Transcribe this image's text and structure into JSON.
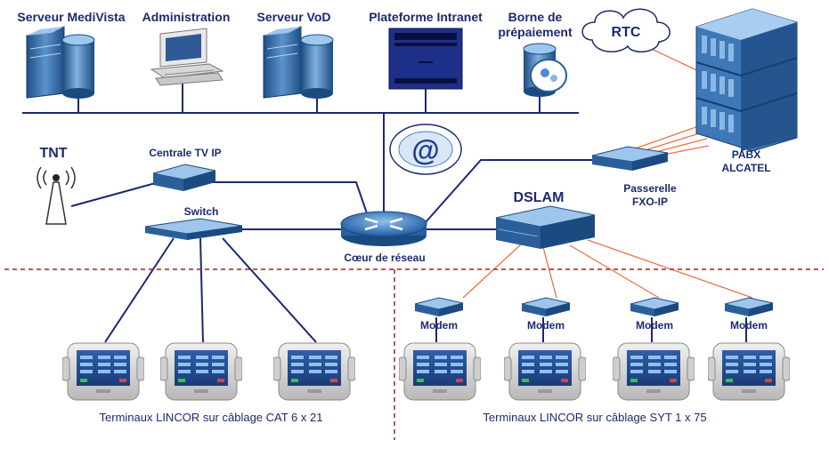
{
  "nodes": {
    "medivista": "Serveur MediVista",
    "administration": "Administration",
    "vod": "Serveur VoD",
    "intranet": "Plateforme Intranet",
    "borne_line1": "Borne de",
    "borne_line2": "prépaiement",
    "rtc": "RTC",
    "pabx_line1": "PABX",
    "pabx_line2": "ALCATEL",
    "tnt": "TNT",
    "centrale_tv": "Centrale TV IP",
    "switch": "Switch",
    "coeur": "Cœur de réseau",
    "dslam": "DSLAM",
    "passerelle_line1": "Passerelle",
    "passerelle_line2": "FXO-IP",
    "modem": "Modem",
    "at_symbol": "@"
  },
  "captions": {
    "left": "Terminaux LINCOR sur câblage CAT 6 x 21",
    "right": "Terminaux LINCOR sur câblage SYT 1 x 75"
  },
  "colors": {
    "label": "#1c2a6e",
    "ethernet": "#1c2a6e",
    "telephone": "#e8734a",
    "divider": "#a02020",
    "device": "#2a5f9a",
    "device_light": "#6fa2d6"
  }
}
